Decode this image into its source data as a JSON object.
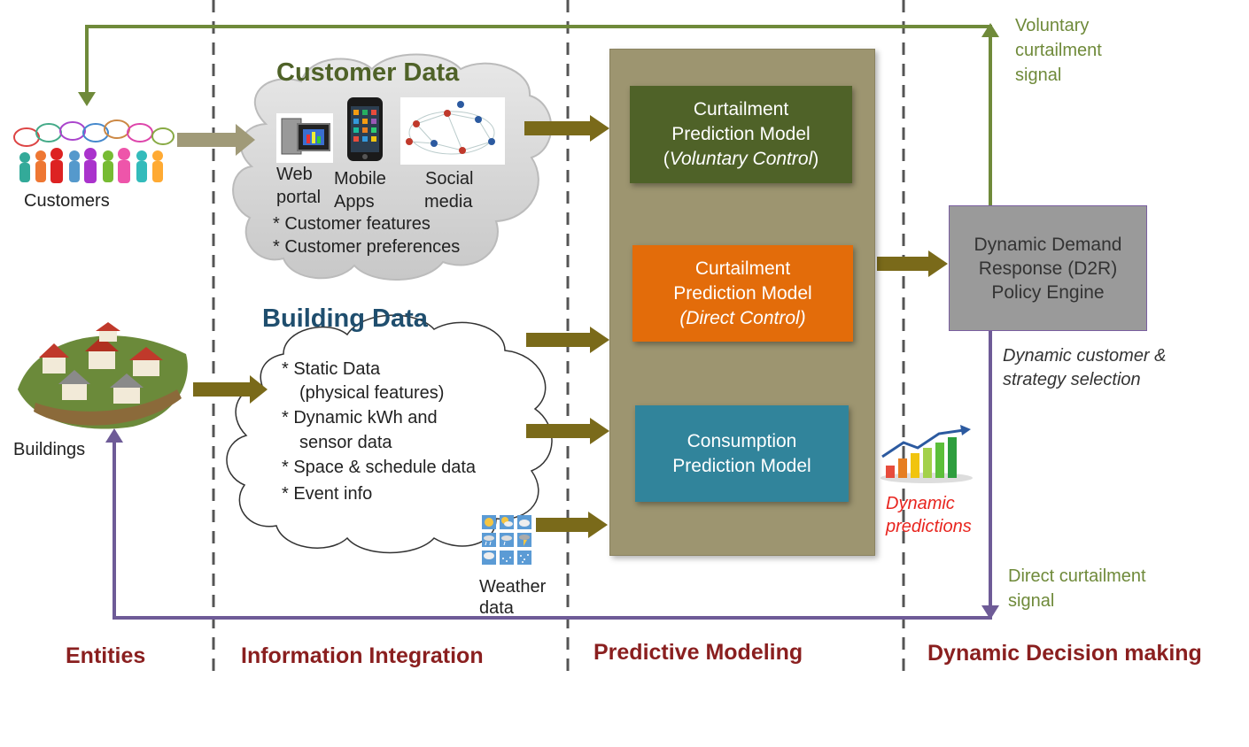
{
  "customer_data": {
    "title": "Customer Data",
    "web_portal": [
      "Web",
      "portal"
    ],
    "mobile_apps": [
      "Mobile",
      "Apps"
    ],
    "social_media": [
      "Social",
      "media"
    ],
    "features": "* Customer features",
    "preferences": "* Customer preferences"
  },
  "building_data": {
    "title": "Building Data",
    "lines": [
      "* Static Data",
      "(physical features)",
      "* Dynamic kWh and",
      "sensor data",
      "* Space & schedule data",
      "* Event info"
    ]
  },
  "entities": {
    "customers": "Customers",
    "buildings": "Buildings",
    "weather": [
      "Weather",
      "data"
    ]
  },
  "models": {
    "voluntary": {
      "line1": "Curtailment",
      "line2": "Prediction Model",
      "line3_open": "(",
      "line3_italic": "Voluntary Control",
      "line3_close": ")"
    },
    "direct": {
      "line1": "Curtailment",
      "line2": "Prediction Model",
      "line3": "(Direct Control)"
    },
    "consumption": {
      "line1": "Consumption",
      "line2": "Prediction Model"
    }
  },
  "policy_engine": {
    "lines": [
      "Dynamic Demand",
      "Response (D2R)",
      "Policy Engine"
    ]
  },
  "labels": {
    "voluntary_signal": [
      "Voluntary",
      "curtailment",
      "signal"
    ],
    "direct_signal": [
      "Direct curtailment",
      "signal"
    ],
    "selection": [
      "Dynamic customer &",
      "strategy selection"
    ],
    "predictions": [
      "Dynamic",
      "predictions"
    ]
  },
  "phases": {
    "entities": "Entities",
    "integration": "Information Integration",
    "modeling": "Predictive Modeling",
    "decision": "Dynamic Decision making"
  },
  "colors": {
    "voluntary_model": "#4f6228",
    "direct_model": "#e36c0a",
    "consumption_model": "#31849b",
    "panel": "#9d9570",
    "policy_engine": "#9a9a9a",
    "arrow_olive": "#7a6a1a",
    "line_green": "#6f8a3a",
    "line_purple": "#6e5b97",
    "phase_text": "#8a1f1f"
  }
}
